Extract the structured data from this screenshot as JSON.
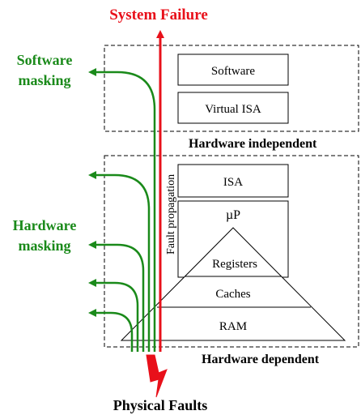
{
  "title": "System Failure",
  "bottom_label": "Physical Faults",
  "software_masking": {
    "line1": "Software",
    "line2": "masking"
  },
  "hardware_masking": {
    "line1": "Hardware",
    "line2": "masking"
  },
  "hardware_independent_label": "Hardware independent",
  "hardware_dependent_label": "Hardware dependent",
  "fault_propagation_label": "Fault propagation",
  "layers": {
    "software": "Software",
    "virtual_isa": "Virtual ISA",
    "isa": "ISA",
    "microprocessor": "µP",
    "registers": "Registers",
    "caches": "Caches",
    "ram": "RAM"
  },
  "colors": {
    "failure_red": "#e8101a",
    "masking_green": "#1a8a1a",
    "outline": "#000000"
  }
}
